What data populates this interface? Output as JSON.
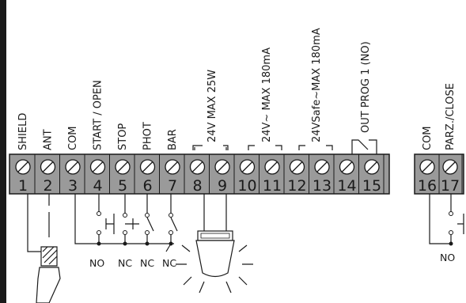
{
  "terminal_block_left": {
    "terminals": [
      {
        "number": "1",
        "label": "SHIELD"
      },
      {
        "number": "2",
        "label": "ANT"
      },
      {
        "number": "3",
        "label": "COM"
      },
      {
        "number": "4",
        "label": "START / OPEN"
      },
      {
        "number": "5",
        "label": "STOP"
      },
      {
        "number": "6",
        "label": "PHOT"
      },
      {
        "number": "7",
        "label": "BAR"
      },
      {
        "number": "8",
        "label": ""
      },
      {
        "number": "9",
        "label": ""
      },
      {
        "number": "10",
        "label": ""
      },
      {
        "number": "11",
        "label": ""
      },
      {
        "number": "12",
        "label": ""
      },
      {
        "number": "13",
        "label": ""
      },
      {
        "number": "14",
        "label": ""
      },
      {
        "number": "15",
        "label": ""
      }
    ],
    "group_labels": {
      "lamp": "24V MAX 25W",
      "aux": "24V~ MAX 180mA",
      "safe": "24VSafe~MAX 180mA",
      "out": "OUT PROG 1 (NO)"
    }
  },
  "terminal_block_right": {
    "terminals": [
      {
        "number": "16",
        "label": "COM"
      },
      {
        "number": "17",
        "label": "PARZ./CLOSE"
      }
    ]
  },
  "contact_labels": {
    "start": "NO",
    "stop": "NC",
    "phot": "NC",
    "bar": "NC",
    "parz": "NO"
  }
}
